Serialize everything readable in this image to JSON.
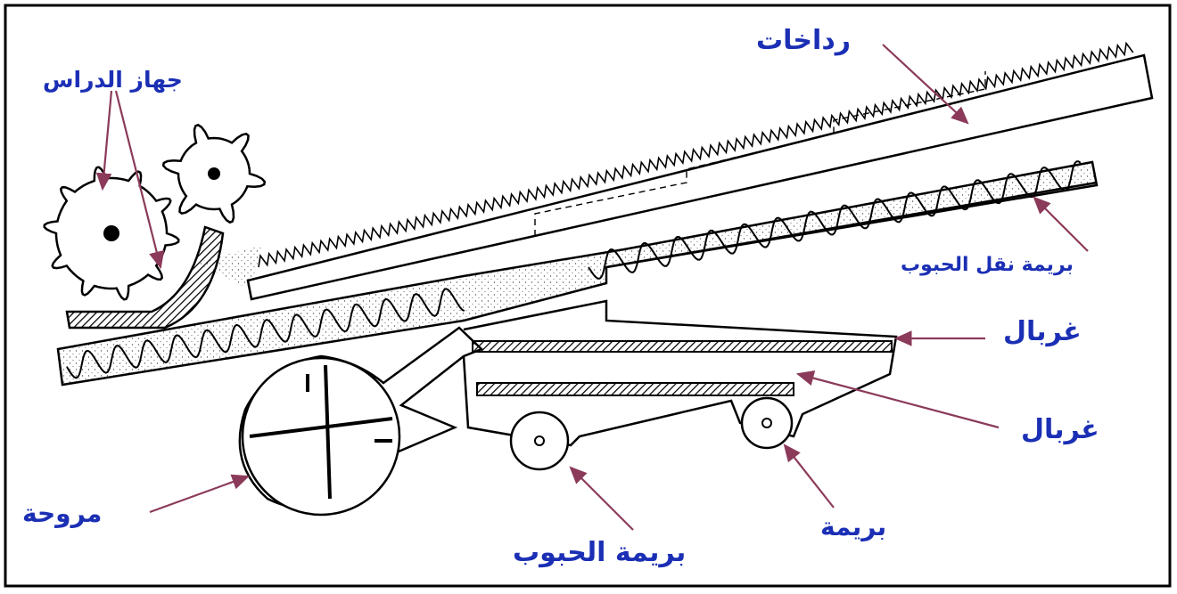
{
  "labels": {
    "threshing_unit": "جهاز الدراس",
    "straw_walkers": "رداخات",
    "grain_conveyor_auger": "بريمة نقل الحبوب",
    "upper_sieve": "غربال",
    "lower_sieve": "غربال",
    "fan": "مروحة",
    "grain_auger": "بريمة الحبوب",
    "auger": "بريمة"
  },
  "colors": {
    "label": "#1b2fb5",
    "arrow": "#8b3a5a",
    "line": "#000000"
  }
}
